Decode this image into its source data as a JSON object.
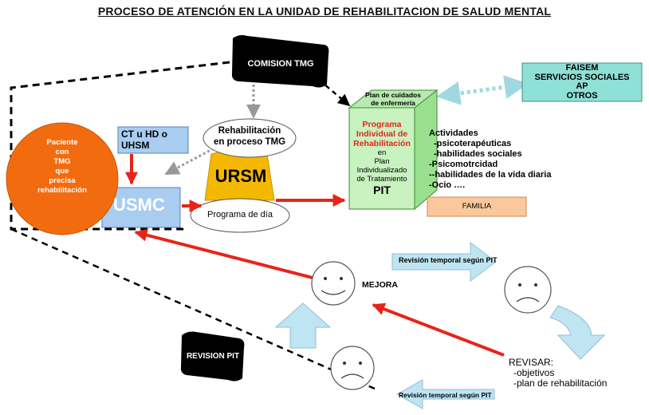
{
  "title": "PROCESO DE ATENCIÓN EN LA UNIDAD DE REHABILITACION DE SALUD MENTAL",
  "nodes": {
    "comision": "COMISION TMG",
    "faisem": [
      "FAISEM",
      "SERVICIOS SOCIALES",
      "AP",
      "OTROS"
    ],
    "plan_cuidados": [
      "Plan de cuidados",
      "de enfermería"
    ],
    "rehab_proceso": [
      "Rehabilitación",
      "en proceso TMG"
    ],
    "ct_uhsm": [
      "CT u HD o",
      "UHSM"
    ],
    "paciente": [
      "Paciente",
      "con",
      "TMG",
      "que",
      "precisa",
      "rehabilitación"
    ],
    "usmc": "USMC",
    "ursm": "URSM",
    "programa_dia": "Programa de día",
    "pit_box": {
      "title": [
        "Programa",
        "Individual de",
        "Rehabilitación"
      ],
      "body": [
        "en",
        "Plan",
        "Individualizado",
        "de Tratamiento"
      ],
      "acronym": "PIT"
    },
    "actividades": [
      "Actividades",
      "-psicoterapéuticas",
      "-habilidades sociales",
      "-Psicomotrcidad",
      "--habilidades de la vida diaria",
      "-Ocio …."
    ],
    "familia": "FAMILIA",
    "mejora": "MEJORA",
    "revision_top": "Revisión temporal según PIT",
    "revision_bottom": "Revisión temporal según PIT",
    "revisar": [
      "REVISAR:",
      "-objetivos",
      "-plan de rehabilitación"
    ],
    "revision_pit": "REVISION PIT"
  },
  "colors": {
    "paciente": "#f26c0f",
    "usmc_box": "#a8cdf0",
    "ursm": "#f5b800",
    "pit_front": "#c8f2c0",
    "pit_side": "#9be08f",
    "faisem": "#8fe0d6",
    "familia": "#fbc89c",
    "arrow_red": "#e8241a",
    "bigarrow": "#bfe4f2"
  }
}
